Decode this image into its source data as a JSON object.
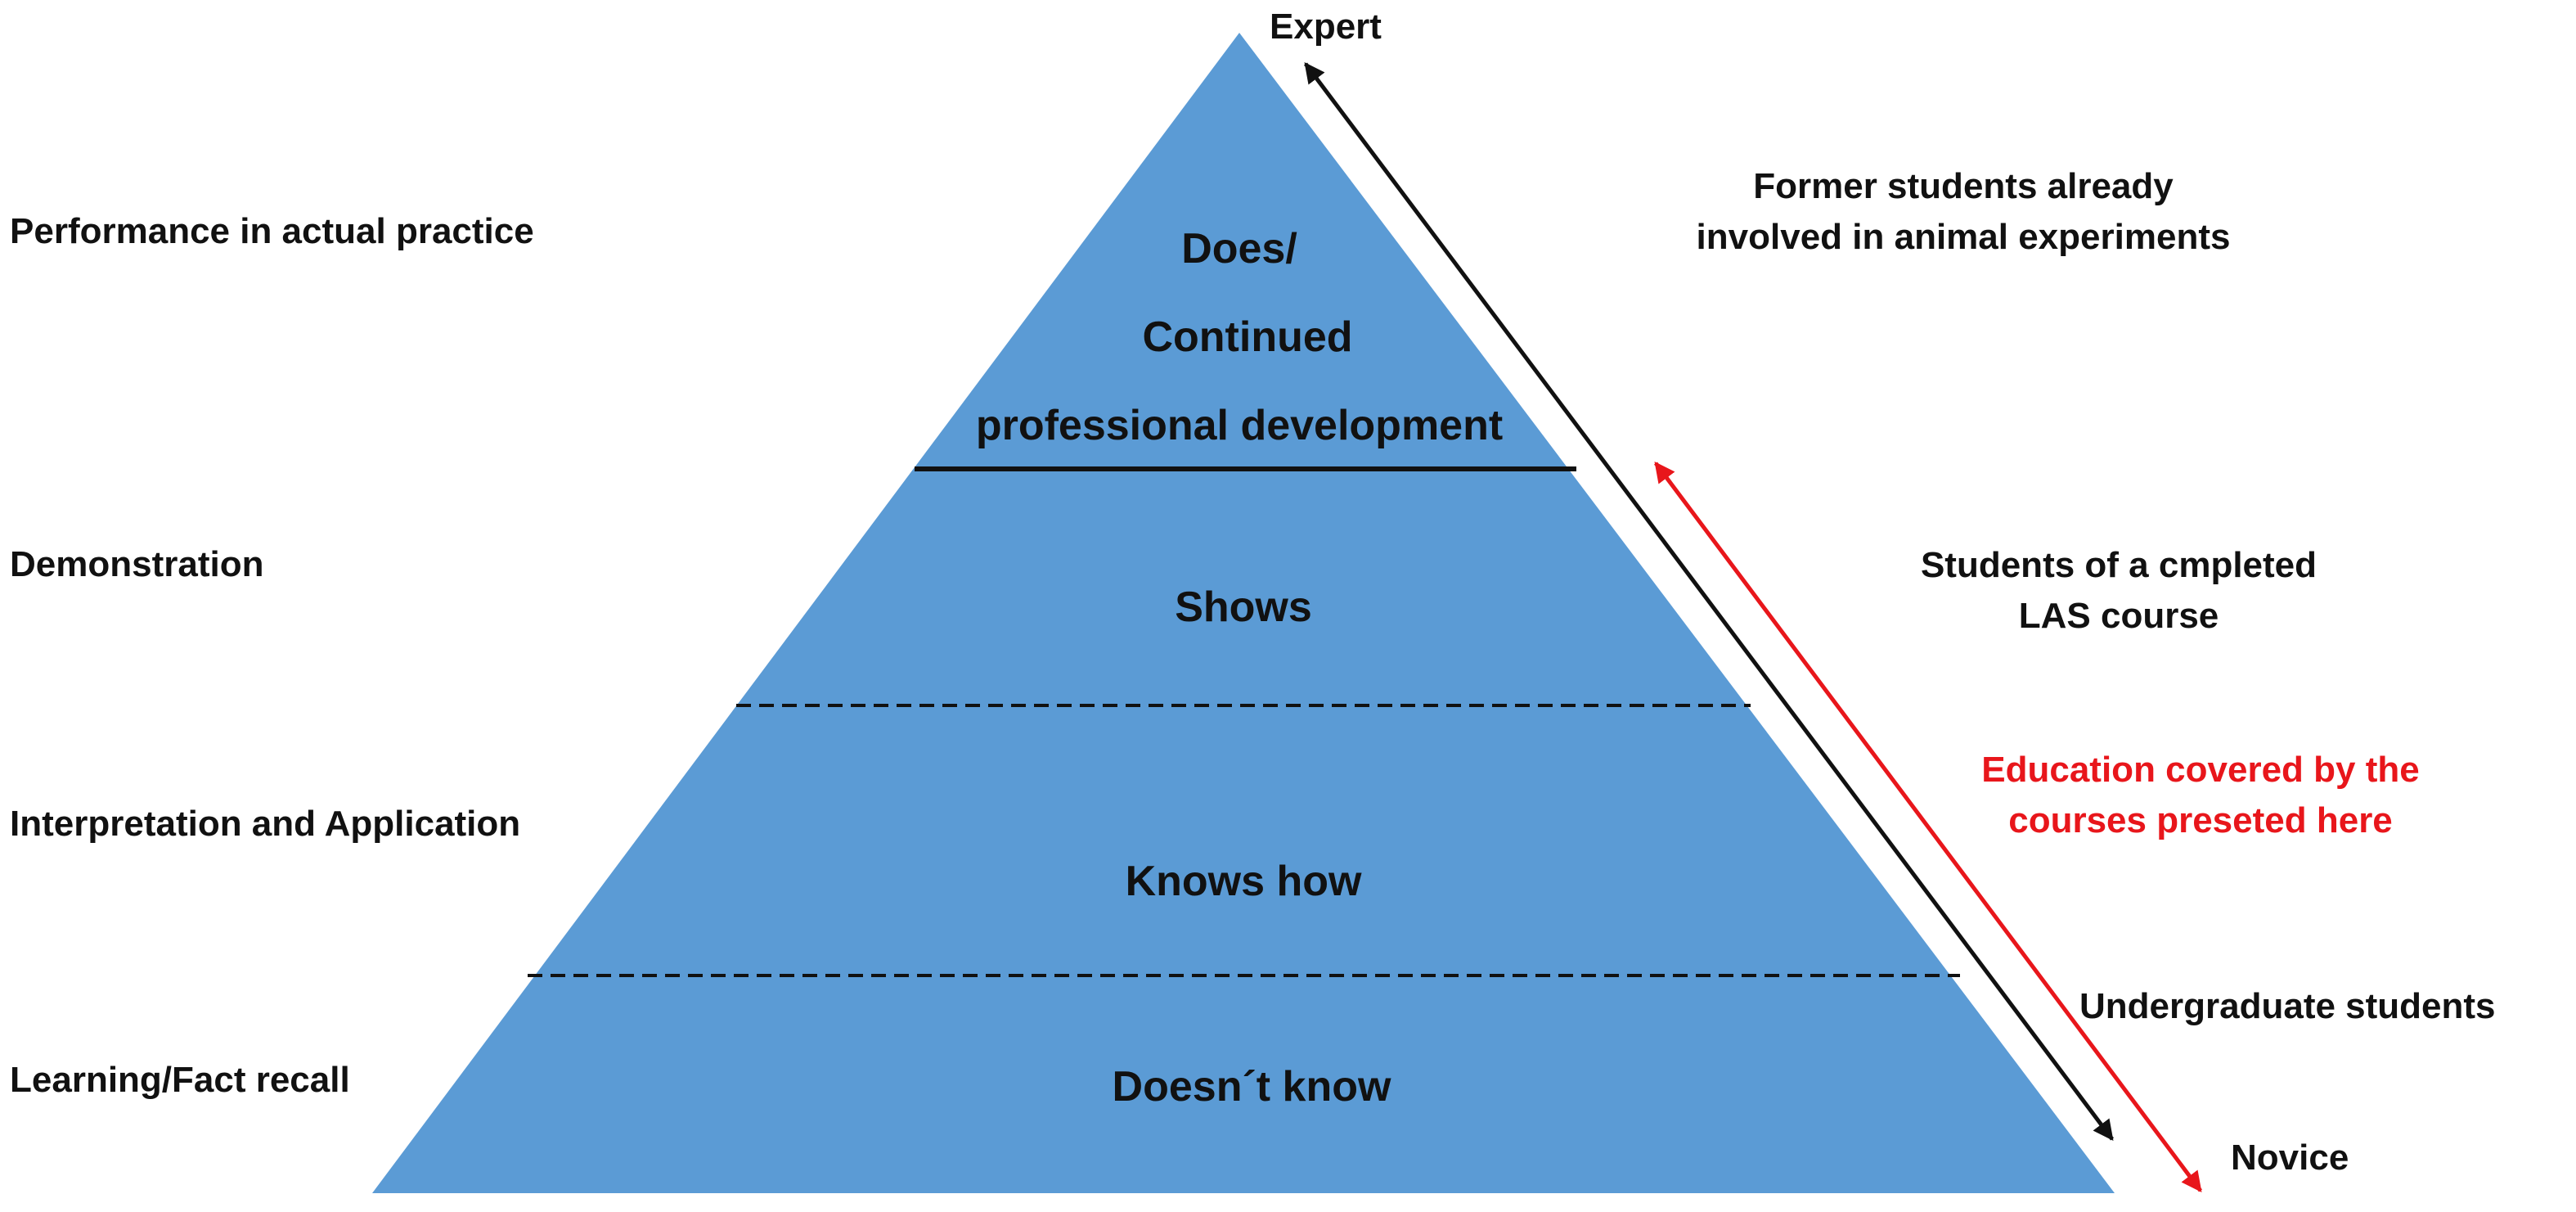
{
  "left_labels": [
    "Performance in actual practice",
    "Demonstration",
    "Interpretation and Application",
    "Learning/Fact recall"
  ],
  "levels": {
    "top": [
      "Does/",
      "Continued",
      "professional development"
    ],
    "shows": "Shows",
    "knows_how": "Knows how",
    "doesnt_know": "Doesn´t know"
  },
  "right_labels": {
    "former": [
      "Former students already",
      "involved in animal experiments"
    ],
    "completed": [
      "Students of a cmpleted",
      "LAS course"
    ],
    "education": [
      "Education covered by the",
      "courses preseted here"
    ],
    "undergrad": "Undergraduate students"
  },
  "poles": {
    "expert": "Expert",
    "novice": "Novice"
  },
  "colors": {
    "pyramid": "#5b9bd5",
    "accent": "#e8161b",
    "ink": "#111111"
  }
}
